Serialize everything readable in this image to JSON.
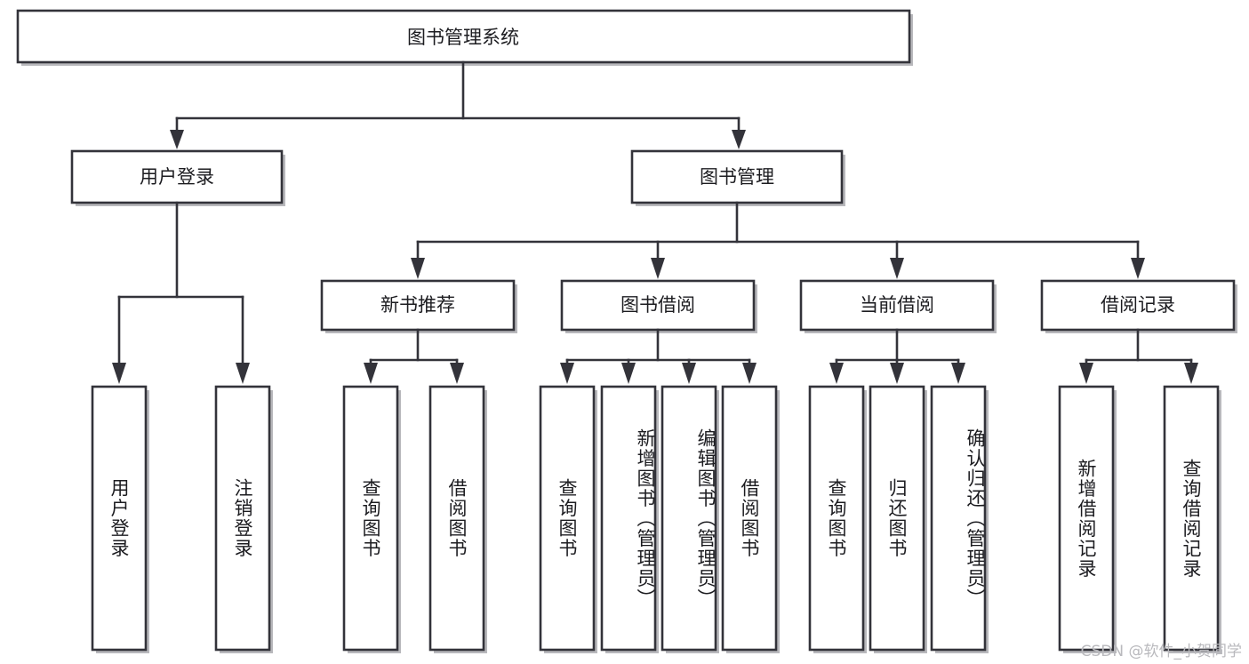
{
  "diagram": {
    "type": "tree-hierarchy",
    "title": "图书管理系统",
    "watermark": "CSDN @软件_小贺同学",
    "colors": {
      "stroke": "#33333a",
      "box_fill": "#ffffff",
      "text": "#1c1c20",
      "background": "#ffffff",
      "watermark": "#b9b9bd"
    },
    "root": {
      "label": "图书管理系统"
    },
    "level1": [
      {
        "id": "user-login",
        "label": "用户登录"
      },
      {
        "id": "book-management",
        "label": "图书管理"
      }
    ],
    "level2": [
      {
        "id": "new-book-recommend",
        "label": "新书推荐",
        "parent": "book-management"
      },
      {
        "id": "book-borrow",
        "label": "图书借阅",
        "parent": "book-management"
      },
      {
        "id": "current-borrow",
        "label": "当前借阅",
        "parent": "book-management"
      },
      {
        "id": "borrow-record",
        "label": "借阅记录",
        "parent": "book-management"
      }
    ],
    "leaves": [
      {
        "id": "leaf-user-login",
        "label": "用户登录",
        "parent": "user-login"
      },
      {
        "id": "leaf-logout-login",
        "label": "注销登录",
        "parent": "user-login"
      },
      {
        "id": "leaf-query-book-1",
        "label": "查询图书",
        "parent": "new-book-recommend"
      },
      {
        "id": "leaf-borrow-book-1",
        "label": "借阅图书",
        "parent": "new-book-recommend"
      },
      {
        "id": "leaf-query-book-2",
        "label": "查询图书",
        "parent": "book-borrow"
      },
      {
        "id": "leaf-add-book",
        "label": "新增图书（管理员）",
        "parent": "book-borrow"
      },
      {
        "id": "leaf-edit-book",
        "label": "编辑图书（管理员）",
        "parent": "book-borrow"
      },
      {
        "id": "leaf-borrow-book-2",
        "label": "借阅图书",
        "parent": "book-borrow"
      },
      {
        "id": "leaf-query-book-3",
        "label": "查询图书",
        "parent": "current-borrow"
      },
      {
        "id": "leaf-return-book",
        "label": "归还图书",
        "parent": "current-borrow"
      },
      {
        "id": "leaf-confirm-return",
        "label": "确认归还（管理员）",
        "parent": "current-borrow"
      },
      {
        "id": "leaf-add-record",
        "label": "新增借阅记录",
        "parent": "borrow-record"
      },
      {
        "id": "leaf-query-record",
        "label": "查询借阅记录",
        "parent": "borrow-record"
      }
    ]
  }
}
